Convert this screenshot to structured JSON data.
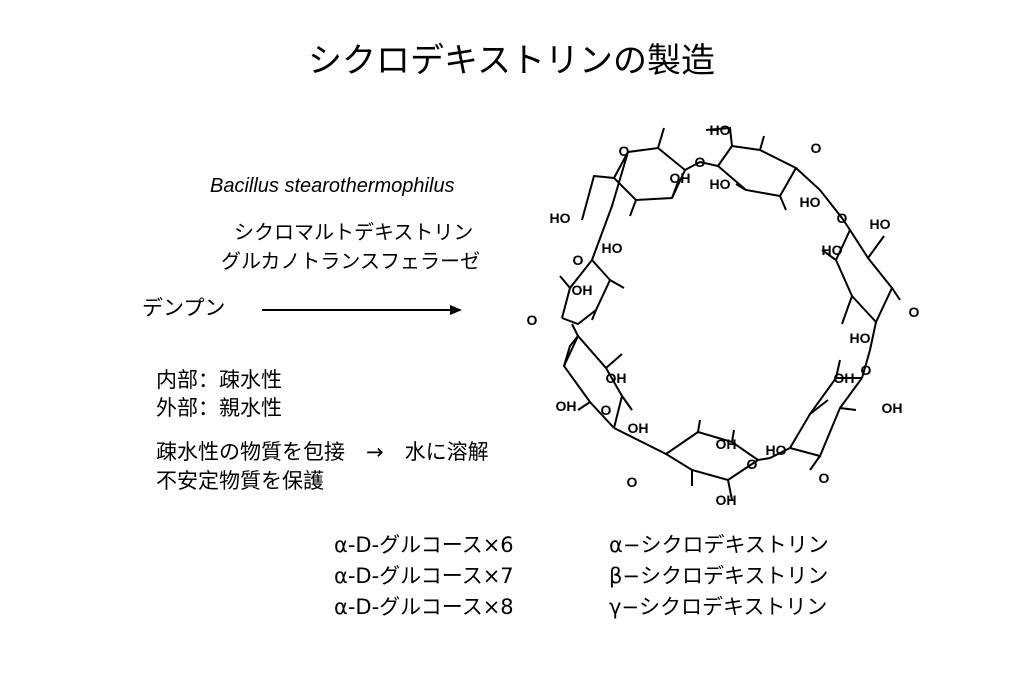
{
  "title": "シクロデキストリンの製造",
  "organism": "Bacillus stearothermophilus",
  "enzyme_line1": "シクロマルトデキストリン",
  "enzyme_line2": "グルカノトランスフェラーゼ",
  "substrate": "デンプン",
  "properties": {
    "inner": "内部：疎水性",
    "outer": "外部：親水性"
  },
  "uses": {
    "line1": "疎水性の物質を包接　→　水に溶解",
    "line2": "不安定物質を保護"
  },
  "glucose_units": [
    "α-D-グルコース×6",
    "α-D-グルコース×7",
    "α-D-グルコース×8"
  ],
  "cyclodextrins": [
    "α−シクロデキストリン",
    "β−シクロデキストリン",
    "γ−シクロデキストリン"
  ],
  "labels": {
    "oh": "OH",
    "ho": "HO",
    "o": "O"
  }
}
